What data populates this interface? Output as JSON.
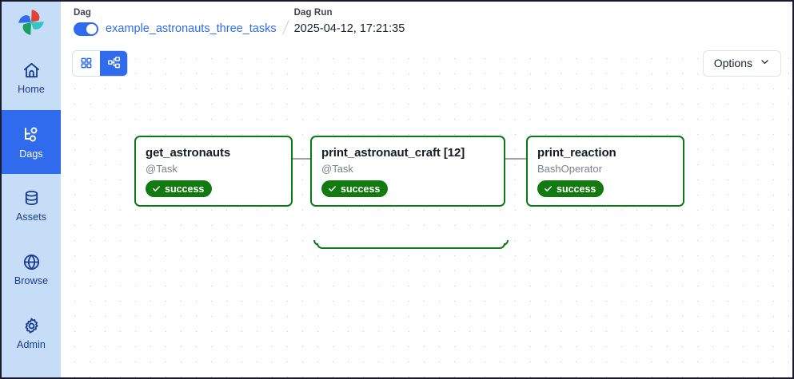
{
  "app": {
    "logo_icon": "airflow-pinwheel-logo"
  },
  "sidebar": {
    "items": [
      {
        "label": "Home",
        "icon": "home-icon",
        "active": false
      },
      {
        "label": "Dags",
        "icon": "dags-icon",
        "active": true
      },
      {
        "label": "Assets",
        "icon": "assets-icon",
        "active": false
      },
      {
        "label": "Browse",
        "icon": "browse-icon",
        "active": false
      },
      {
        "label": "Admin",
        "icon": "admin-icon",
        "active": false
      }
    ]
  },
  "header": {
    "dag_label": "Dag",
    "dag_name": "example_astronauts_three_tasks",
    "dag_toggle_on": true,
    "dag_run_label": "Dag Run",
    "dag_run_value": "2025-04-12, 17:21:35"
  },
  "toolbar": {
    "grid_view_icon": "grid-view-icon",
    "graph_view_icon": "graph-view-icon",
    "active_view": "graph",
    "options_label": "Options",
    "options_chevron_icon": "chevron-down-icon"
  },
  "graph": {
    "nodes": [
      {
        "title": "get_astronauts",
        "subtitle": "@Task",
        "status": "success",
        "status_icon": "check-icon",
        "mapped": false
      },
      {
        "title": "print_astronaut_craft [12]",
        "subtitle": "@Task",
        "status": "success",
        "status_icon": "check-icon",
        "mapped": true
      },
      {
        "title": "print_reaction",
        "subtitle": "BashOperator",
        "status": "success",
        "status_icon": "check-icon",
        "mapped": false
      }
    ]
  },
  "colors": {
    "accent_blue": "#2f6bec",
    "sidebar_bg": "#c6ddf8",
    "success_green": "#127a10",
    "node_border": "#0b7a16",
    "edge_gray": "#9aa0aa"
  }
}
